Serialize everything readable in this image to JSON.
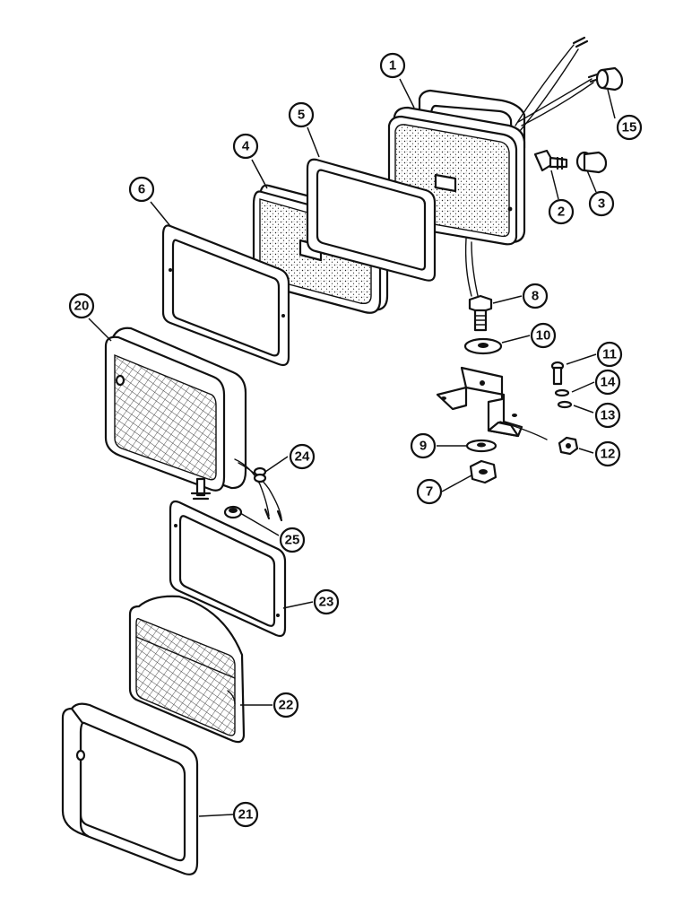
{
  "callouts": [
    {
      "id": "c1",
      "label": "1"
    },
    {
      "id": "c2",
      "label": "2"
    },
    {
      "id": "c3",
      "label": "3"
    },
    {
      "id": "c4",
      "label": "4"
    },
    {
      "id": "c5",
      "label": "5"
    },
    {
      "id": "c6",
      "label": "6"
    },
    {
      "id": "c7",
      "label": "7"
    },
    {
      "id": "c8",
      "label": "8"
    },
    {
      "id": "c9",
      "label": "9"
    },
    {
      "id": "c10",
      "label": "10"
    },
    {
      "id": "c11",
      "label": "11"
    },
    {
      "id": "c12",
      "label": "12"
    },
    {
      "id": "c13",
      "label": "13"
    },
    {
      "id": "c14",
      "label": "14"
    },
    {
      "id": "c15",
      "label": "15"
    },
    {
      "id": "c20",
      "label": "20"
    },
    {
      "id": "c21",
      "label": "21"
    },
    {
      "id": "c22",
      "label": "22"
    },
    {
      "id": "c23",
      "label": "23"
    },
    {
      "id": "c24",
      "label": "24"
    },
    {
      "id": "c25",
      "label": "25"
    }
  ]
}
